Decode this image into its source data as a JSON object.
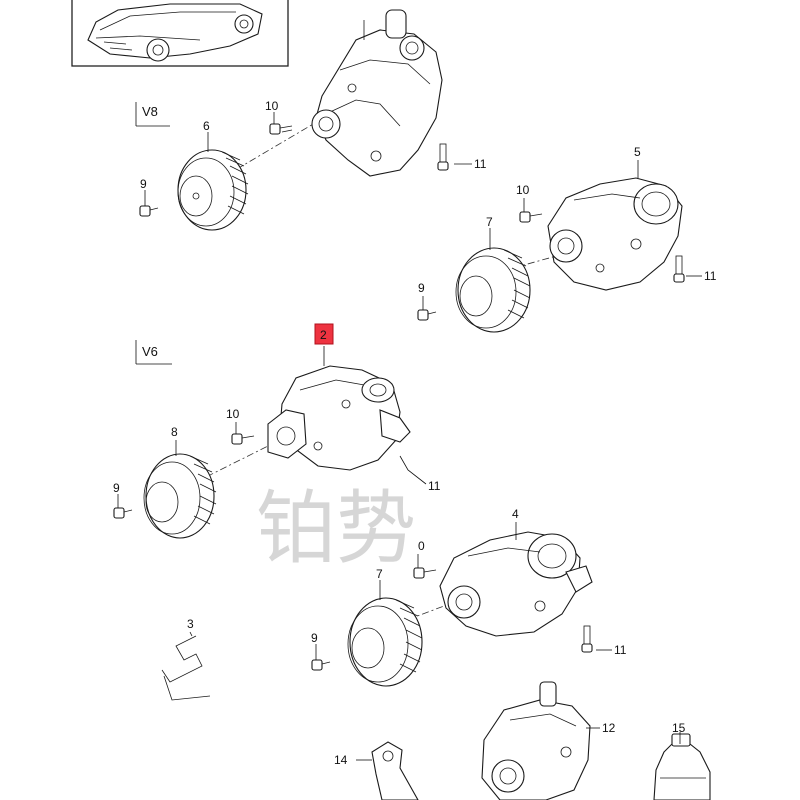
{
  "variants": {
    "v8": "V8",
    "v6": "V6"
  },
  "callouts": [
    {
      "id": "c10a",
      "text": "10"
    },
    {
      "id": "c6",
      "text": "6"
    },
    {
      "id": "c9a",
      "text": "9"
    },
    {
      "id": "c11a",
      "text": "11"
    },
    {
      "id": "c5",
      "text": "5"
    },
    {
      "id": "c10b",
      "text": "10"
    },
    {
      "id": "c7a",
      "text": "7"
    },
    {
      "id": "c11b",
      "text": "11"
    },
    {
      "id": "c9b",
      "text": "9"
    },
    {
      "id": "c2",
      "text": "2",
      "highlight": true
    },
    {
      "id": "c10c",
      "text": "10"
    },
    {
      "id": "c8",
      "text": "8"
    },
    {
      "id": "c11c",
      "text": "11"
    },
    {
      "id": "c9c",
      "text": "9"
    },
    {
      "id": "c4",
      "text": "4"
    },
    {
      "id": "c10d",
      "text": "0"
    },
    {
      "id": "c7b",
      "text": "7"
    },
    {
      "id": "c3",
      "text": "3"
    },
    {
      "id": "c9d",
      "text": "9"
    },
    {
      "id": "c11d",
      "text": "11"
    },
    {
      "id": "c12",
      "text": "12"
    },
    {
      "id": "c14",
      "text": "14"
    },
    {
      "id": "c15",
      "text": "15"
    }
  ],
  "watermark": "铂势",
  "colors": {
    "highlight_fill": "#ee3340",
    "highlight_border": "#b0101c",
    "ink": "#1a1a1a",
    "watermark": "#c9c9c9"
  }
}
